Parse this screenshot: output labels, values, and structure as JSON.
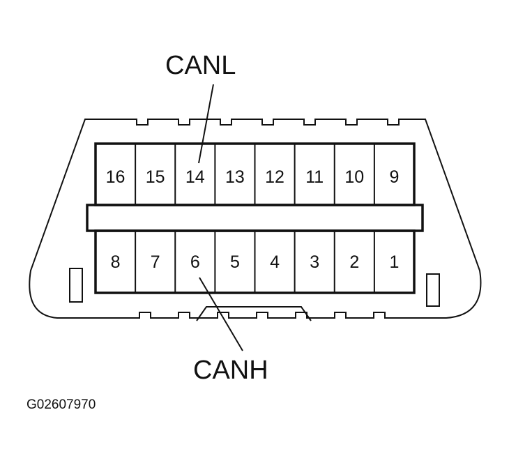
{
  "connector": {
    "top_row_pins": [
      "16",
      "15",
      "14",
      "13",
      "12",
      "11",
      "10",
      "9"
    ],
    "bottom_row_pins": [
      "8",
      "7",
      "6",
      "5",
      "4",
      "3",
      "2",
      "1"
    ]
  },
  "callouts": {
    "canl": {
      "label": "CANL",
      "pin": "14"
    },
    "canh": {
      "label": "CANH",
      "pin": "6"
    }
  },
  "figure_id": "G02607970"
}
